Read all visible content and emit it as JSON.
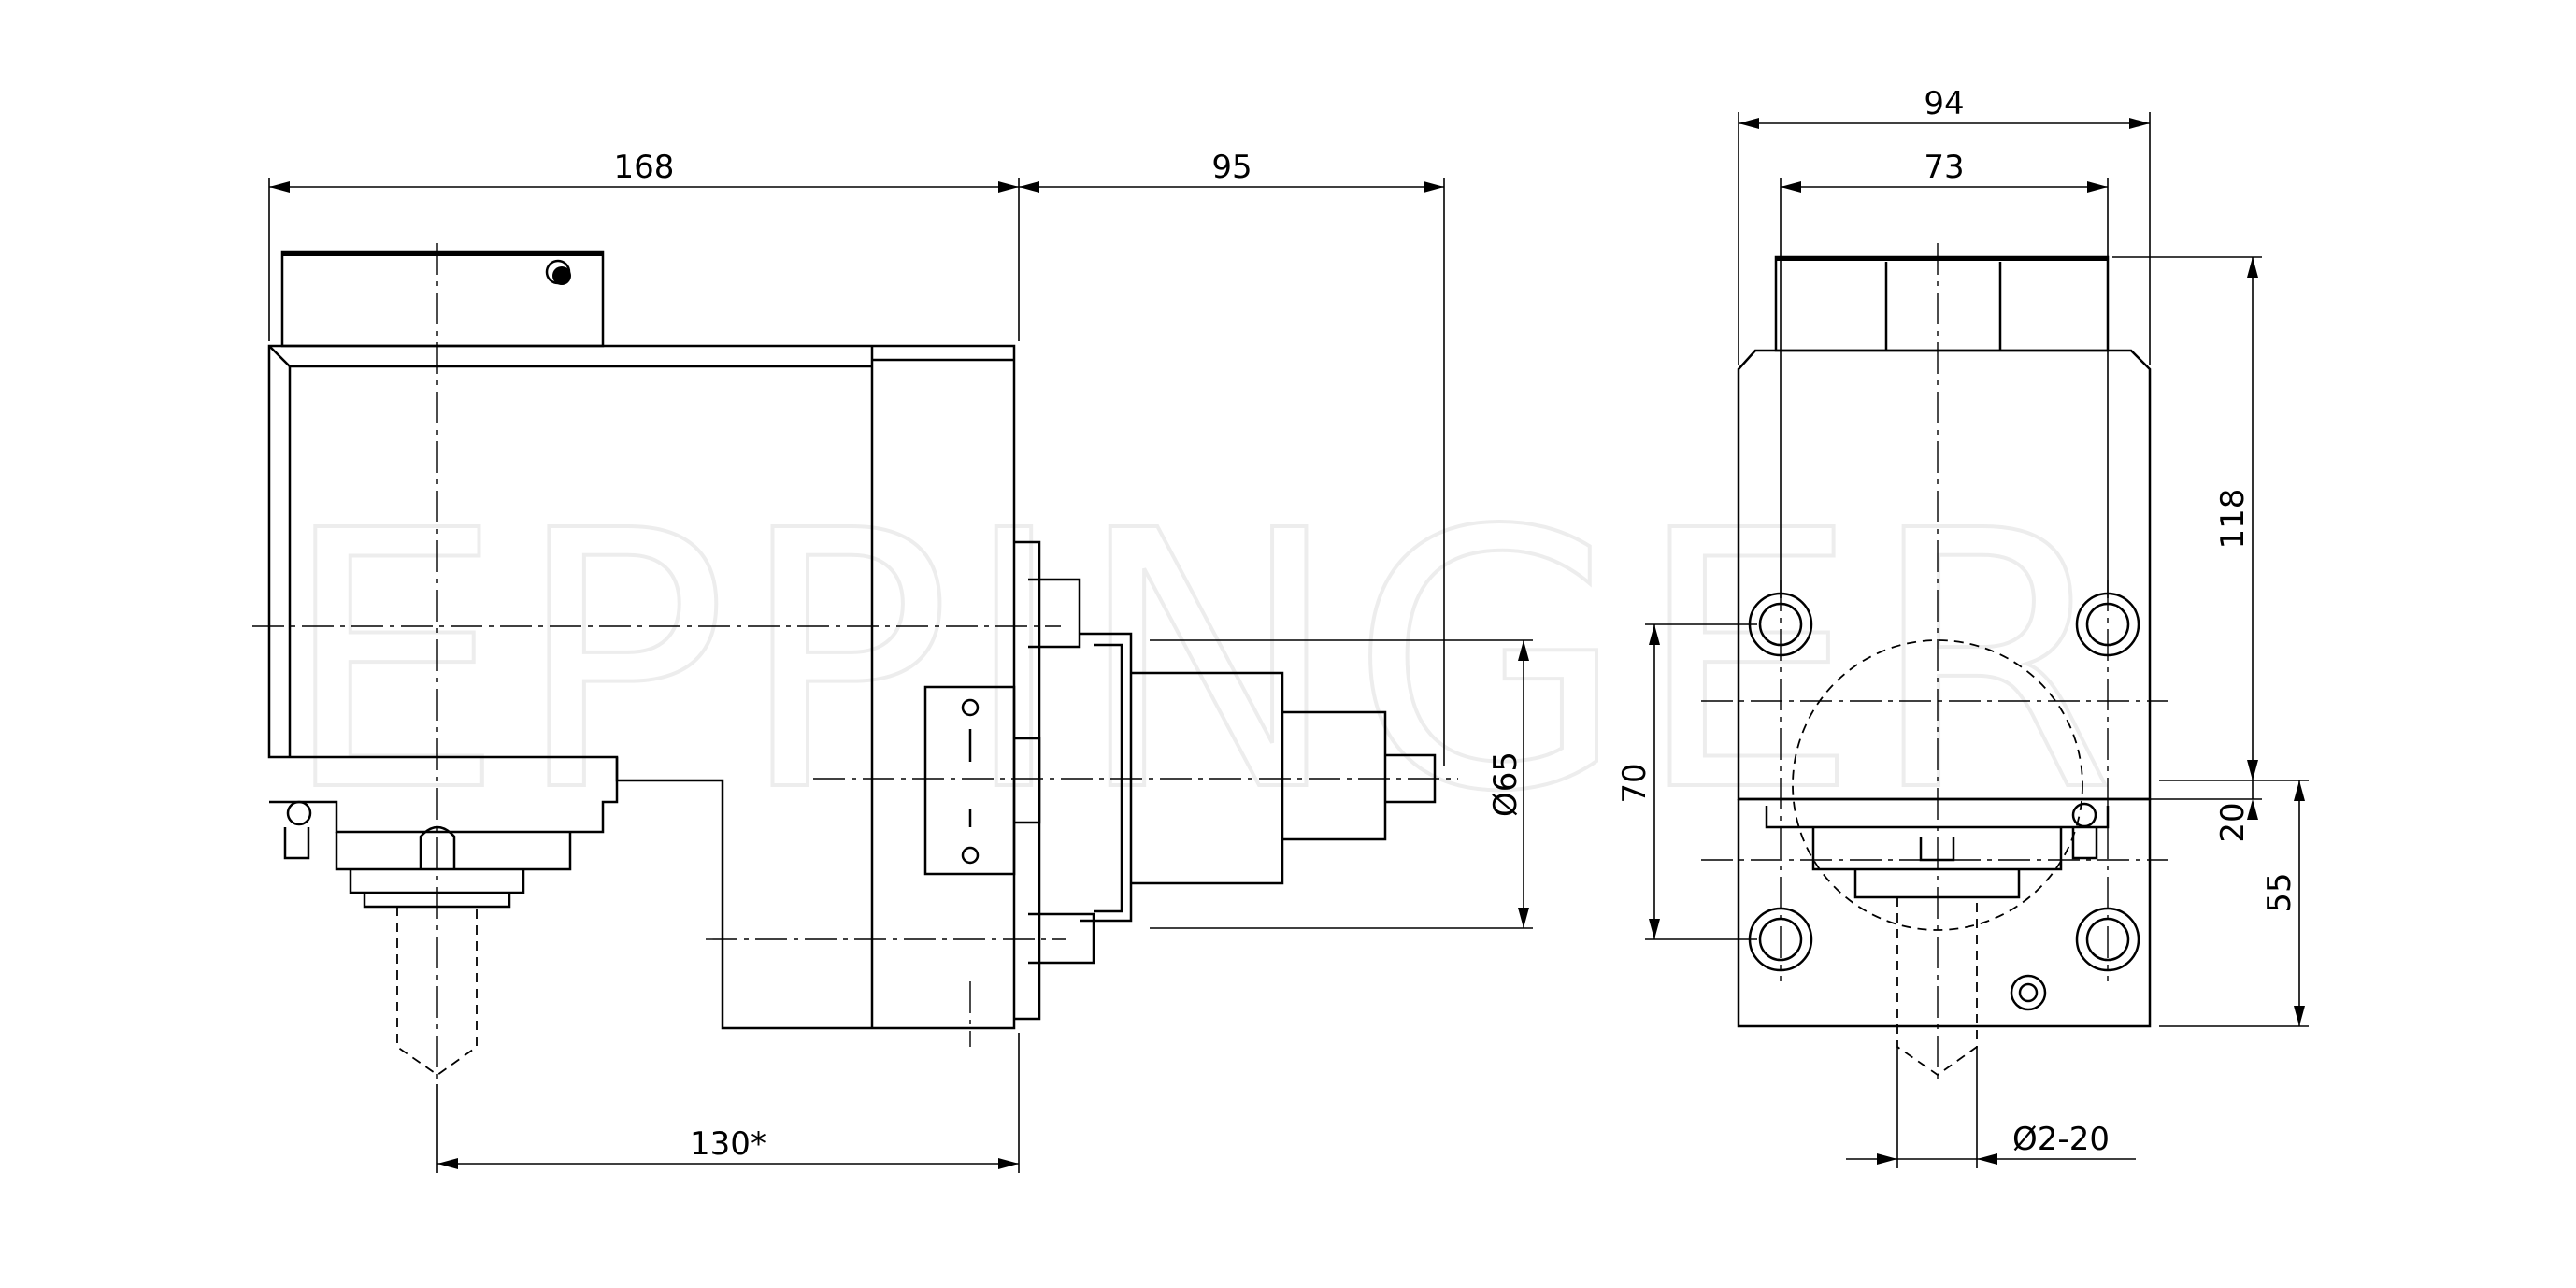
{
  "watermark": {
    "text": "EPPINGER"
  },
  "dimensions": {
    "side_view": {
      "overall_width": "168",
      "shaft_length": "95",
      "bottom_length": "130*",
      "diameter_65": "Ø65"
    },
    "front_view": {
      "overall_width": "94",
      "inner_width": "73",
      "height_118": "118",
      "height_70": "70",
      "height_20": "20",
      "height_55": "55",
      "collet_range": "Ø2-20"
    }
  },
  "colors": {
    "line": "#000000",
    "watermark": "#ededed",
    "background": "#ffffff"
  }
}
